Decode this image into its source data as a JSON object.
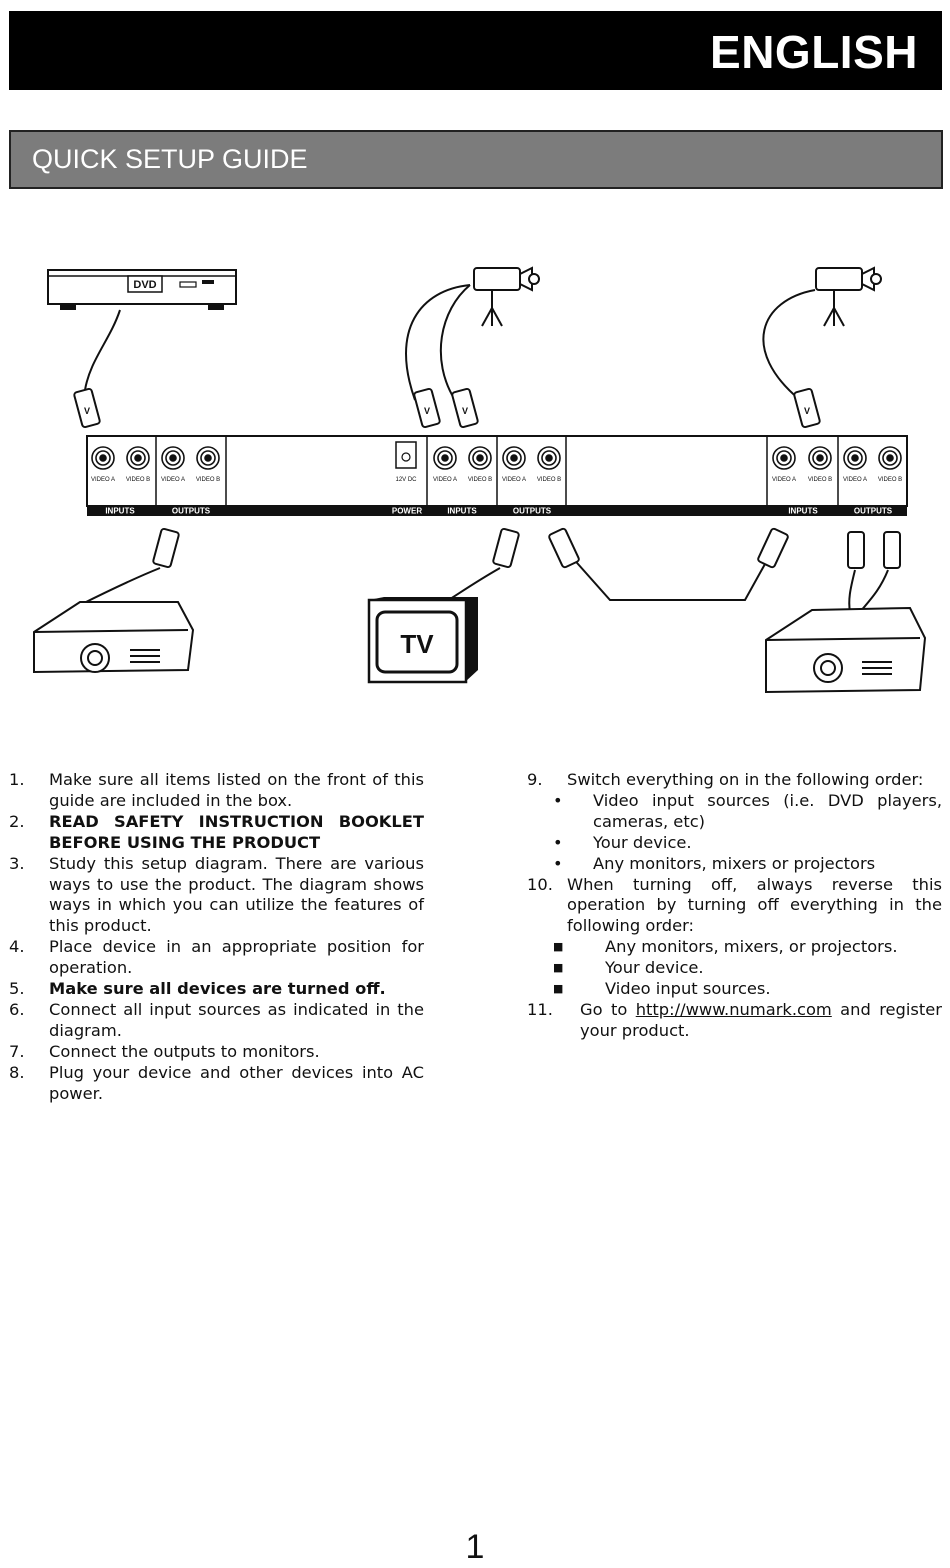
{
  "header": {
    "language": "ENGLISH",
    "section_title": "QUICK SETUP GUIDE"
  },
  "diagram": {
    "dvd_label": "DVD",
    "tv_label": "TV",
    "jack_labels": [
      "VIDEO A",
      "VIDEO B",
      "VIDEO A",
      "VIDEO B",
      "VIDEO A",
      "VIDEO B",
      "VIDEO A",
      "VIDEO B",
      "VIDEO A",
      "VIDEO B",
      "VIDEO A",
      "VIDEO B"
    ],
    "power_jack_label": "12V DC",
    "bar_labels": [
      "INPUTS",
      "OUTPUTS",
      "POWER",
      "INPUTS",
      "OUTPUTS",
      "INPUTS",
      "OUTPUTS"
    ]
  },
  "steps_left": [
    {
      "num": "1.",
      "text": "Make sure all items listed on the front of this guide are included in the box."
    },
    {
      "num": "2.",
      "text": "READ SAFETY INSTRUCTION BOOKLET BEFORE USING THE PRODUCT"
    },
    {
      "num": "3.",
      "text": "Study this setup diagram.  There are various ways to use the product.  The diagram shows ways in which you can utilize the features of this product."
    },
    {
      "num": "4.",
      "text": "Place device in an appropriate position for operation."
    },
    {
      "num": "5.",
      "text": "Make sure all devices are turned off."
    },
    {
      "num": "6.",
      "text": "Connect all input sources as indicated in the diagram."
    },
    {
      "num": "7.",
      "text": "Connect the outputs to monitors."
    },
    {
      "num": "8.",
      "text": "Plug your device and other devices into AC power."
    }
  ],
  "step9": {
    "num": "9.",
    "text": "Switch everything on in the following order:",
    "bullets": [
      "Video input sources (i.e. DVD players, cameras, etc)",
      "Your device.",
      "Any monitors, mixers or projectors"
    ]
  },
  "step10": {
    "num": "10.",
    "text": "When turning off, always reverse this operation by turning off everything in the following order:",
    "bullets": [
      "Any monitors, mixers, or projectors.",
      "Your device.",
      "Video input sources."
    ]
  },
  "step11": {
    "num": "11.",
    "prefix": "Go to ",
    "link": "http://www.numark.com",
    "suffix": " and register your product."
  },
  "page_number": "1"
}
